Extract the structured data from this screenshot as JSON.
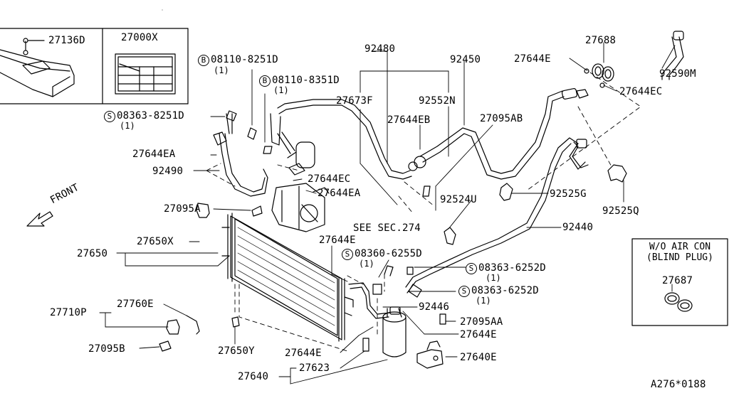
{
  "labels": {
    "p27136D": "27136D",
    "p27000X": "27000X",
    "p92590M": "92590M",
    "p27688": "27688",
    "p27644E_top": "27644E",
    "p27644EC_top": "27644EC",
    "p92480": "92480",
    "p92450": "92450",
    "p27673F": "27673F",
    "p92552N": "92552N",
    "p27644EB": "27644EB",
    "p27095AB": "27095AB",
    "p27644EA_l": "27644EA",
    "p92490": "92490",
    "p27644EC_mid": "27644EC",
    "p27644EA_mid": "27644EA",
    "p27095A": "27095A",
    "p92524U": "92524U",
    "p92525G": "92525G",
    "p92525Q": "92525Q",
    "p27650X": "27650X",
    "p27650": "27650",
    "p27644E_mid": "27644E",
    "p92440": "92440",
    "p27710P": "27710P",
    "p27760E": "27760E",
    "p92446": "92446",
    "p27095AA": "27095AA",
    "p27644E_lo": "27644E",
    "p27095B": "27095B",
    "p27650Y": "27650Y",
    "p27644E_bot": "27644E",
    "p27640E": "27640E",
    "p27623": "27623",
    "p27640": "27640",
    "p27687": "27687",
    "see_sec": "SEE SEC.274",
    "front": "FRONT",
    "catalog": "A276*0188"
  },
  "bolts": {
    "b1": {
      "code": "08110-8251D",
      "prefix": "B",
      "qty": "(1)"
    },
    "b2": {
      "code": "08110-8351D",
      "prefix": "B",
      "qty": "(1)"
    },
    "s1": {
      "code": "08363-8251D",
      "prefix": "S",
      "qty": "(1)"
    },
    "s2": {
      "code": "08360-6255D",
      "prefix": "S",
      "qty": "(1)"
    },
    "s3": {
      "code": "08363-6252D",
      "prefix": "S",
      "qty": "(1)"
    },
    "s4": {
      "code": "08363-6252D",
      "prefix": "S",
      "qty": "(1)"
    }
  },
  "inset": {
    "line1": "W/O AIR CON",
    "line2": "(BLIND PLUG)"
  }
}
